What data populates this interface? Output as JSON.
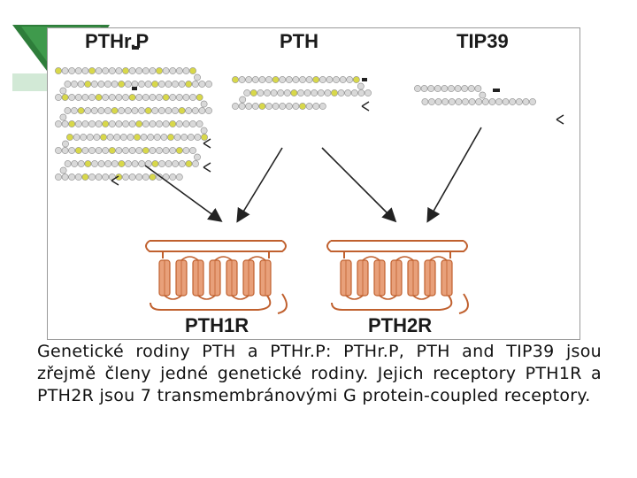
{
  "figure": {
    "ligands": [
      "PTHr.P",
      "PTH",
      "TIP39"
    ],
    "receptors": [
      "PTH1R",
      "PTH2R"
    ]
  },
  "caption": {
    "text": "Genetické rodiny PTH a PTHr.P: PTHr.P, PTH and TIP39 jsou zřejmě členy jedné genetické rodiny. Jejich receptory PTH1R a PTH2R jsou 7 transmembránovými G protein-coupled receptory."
  },
  "colors": {
    "logo_green": "#2e7d3a",
    "bead_grey": "#d9d9d9",
    "bead_yellow": "#d8d84a",
    "receptor_fill": "#e8a07a",
    "receptor_stroke": "#c0602e"
  }
}
